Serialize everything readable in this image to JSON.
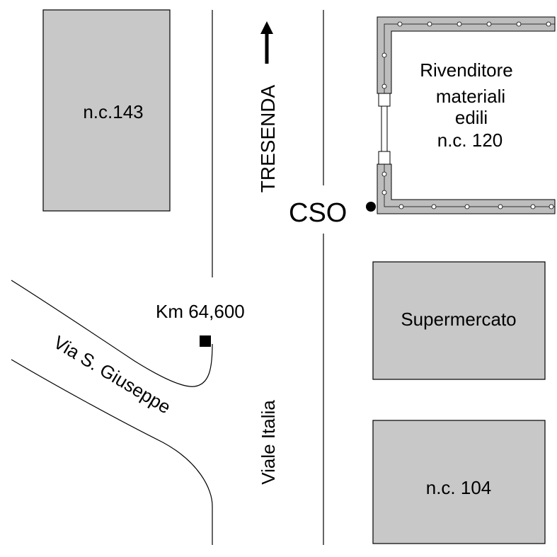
{
  "colors": {
    "background": "#ffffff",
    "building_fill": "#c8c8c8",
    "outline": "#000000",
    "wall_fill": "#bdbdbd"
  },
  "buildings": {
    "nc143": "n.c.143",
    "rivenditore": [
      "Rivenditore",
      "materiali",
      "edili",
      "n.c. 120"
    ],
    "supermercato": "Supermercato",
    "nc104": "n.c. 104"
  },
  "streets": {
    "tresenda": "TRESENDA",
    "viale_italia": "Viale Italia",
    "via_giuseppe": "Via S. Giuseppe"
  },
  "markers": {
    "cso": "CSO",
    "km": "Km 64,600"
  },
  "icons": {
    "direction": "north-arrow-icon",
    "cso_point": "dot-icon",
    "km_marker": "square-marker-icon"
  }
}
